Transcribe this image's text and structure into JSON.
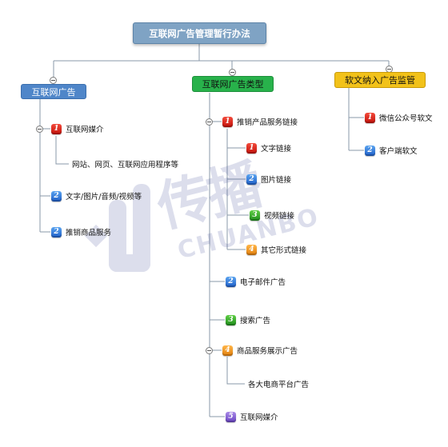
{
  "root": "互联网广告管理暂行办法",
  "branches": [
    {
      "label": "互联网广告",
      "children": [
        {
          "label": "互联网媒介",
          "badge": "1",
          "children": [
            "网站、网页、互联网应用程序等"
          ]
        },
        {
          "label": "文字/图片/音频/视频等",
          "badge": "2"
        },
        {
          "label": "推销商品服务",
          "badge": "2"
        }
      ]
    },
    {
      "label": "互联网广告类型",
      "children": [
        {
          "label": "推销产品服务链接",
          "badge": "1",
          "children": [
            {
              "label": "文字链接",
              "badge": "1"
            },
            {
              "label": "图片链接",
              "badge": "2"
            },
            {
              "label": "视频链接",
              "badge": "3"
            },
            {
              "label": "其它形式链接",
              "badge": "4"
            }
          ]
        },
        {
          "label": "电子邮件广告",
          "badge": "2"
        },
        {
          "label": "搜索广告",
          "badge": "3"
        },
        {
          "label": "商品服务展示广告",
          "badge": "4",
          "children": [
            "各大电商平台广告"
          ]
        },
        {
          "label": "互联网媒介",
          "badge": "5"
        }
      ]
    },
    {
      "label": "软文纳入广告监管",
      "children": [
        {
          "label": "微信公众号软文",
          "badge": "1"
        },
        {
          "label": "客户端软文",
          "badge": "2"
        }
      ]
    }
  ],
  "watermark": {
    "mark": "传播",
    "latin": "CHUANBO"
  },
  "colors": {
    "root": "#7fa3c4",
    "branch1": "#4f86c9",
    "branch2": "#28b24b",
    "branch3": "#f2c21a",
    "line": "#7f8fa0"
  }
}
